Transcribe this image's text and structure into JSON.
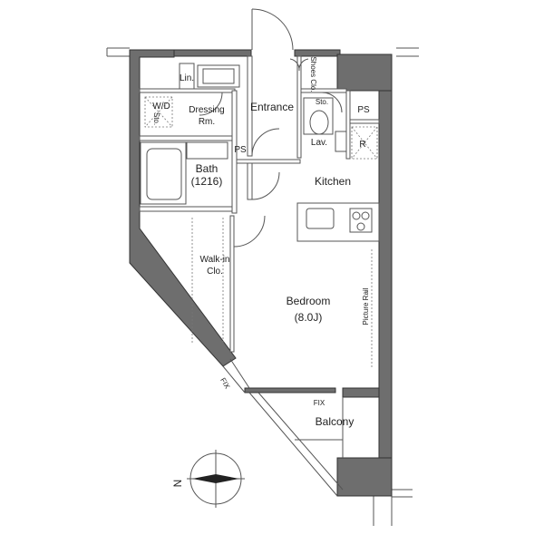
{
  "rooms": {
    "entrance": "Entrance",
    "shoes_clo": "Shoes Clo.",
    "lin": "Lin.",
    "wd": "W/D",
    "sto": "Sto.",
    "dressing_line1": "Dressing",
    "dressing_line2": "Rm.",
    "sto2": "Sto.",
    "lav": "Lav.",
    "ps1": "PS",
    "ps2": "PS",
    "r": "R",
    "bath_line1": "Bath",
    "bath_line2": "(1216)",
    "kitchen": "Kitchen",
    "walkin_line1": "Walk-in",
    "walkin_line2": "Clo.",
    "bedroom_line1": "Bedroom",
    "bedroom_line2": "(8.0J)",
    "picture_rail": "Picture Rail",
    "fix1": "FIX",
    "fix2": "FIX",
    "balcony": "Balcony"
  },
  "compass": {
    "north_label": "N"
  }
}
